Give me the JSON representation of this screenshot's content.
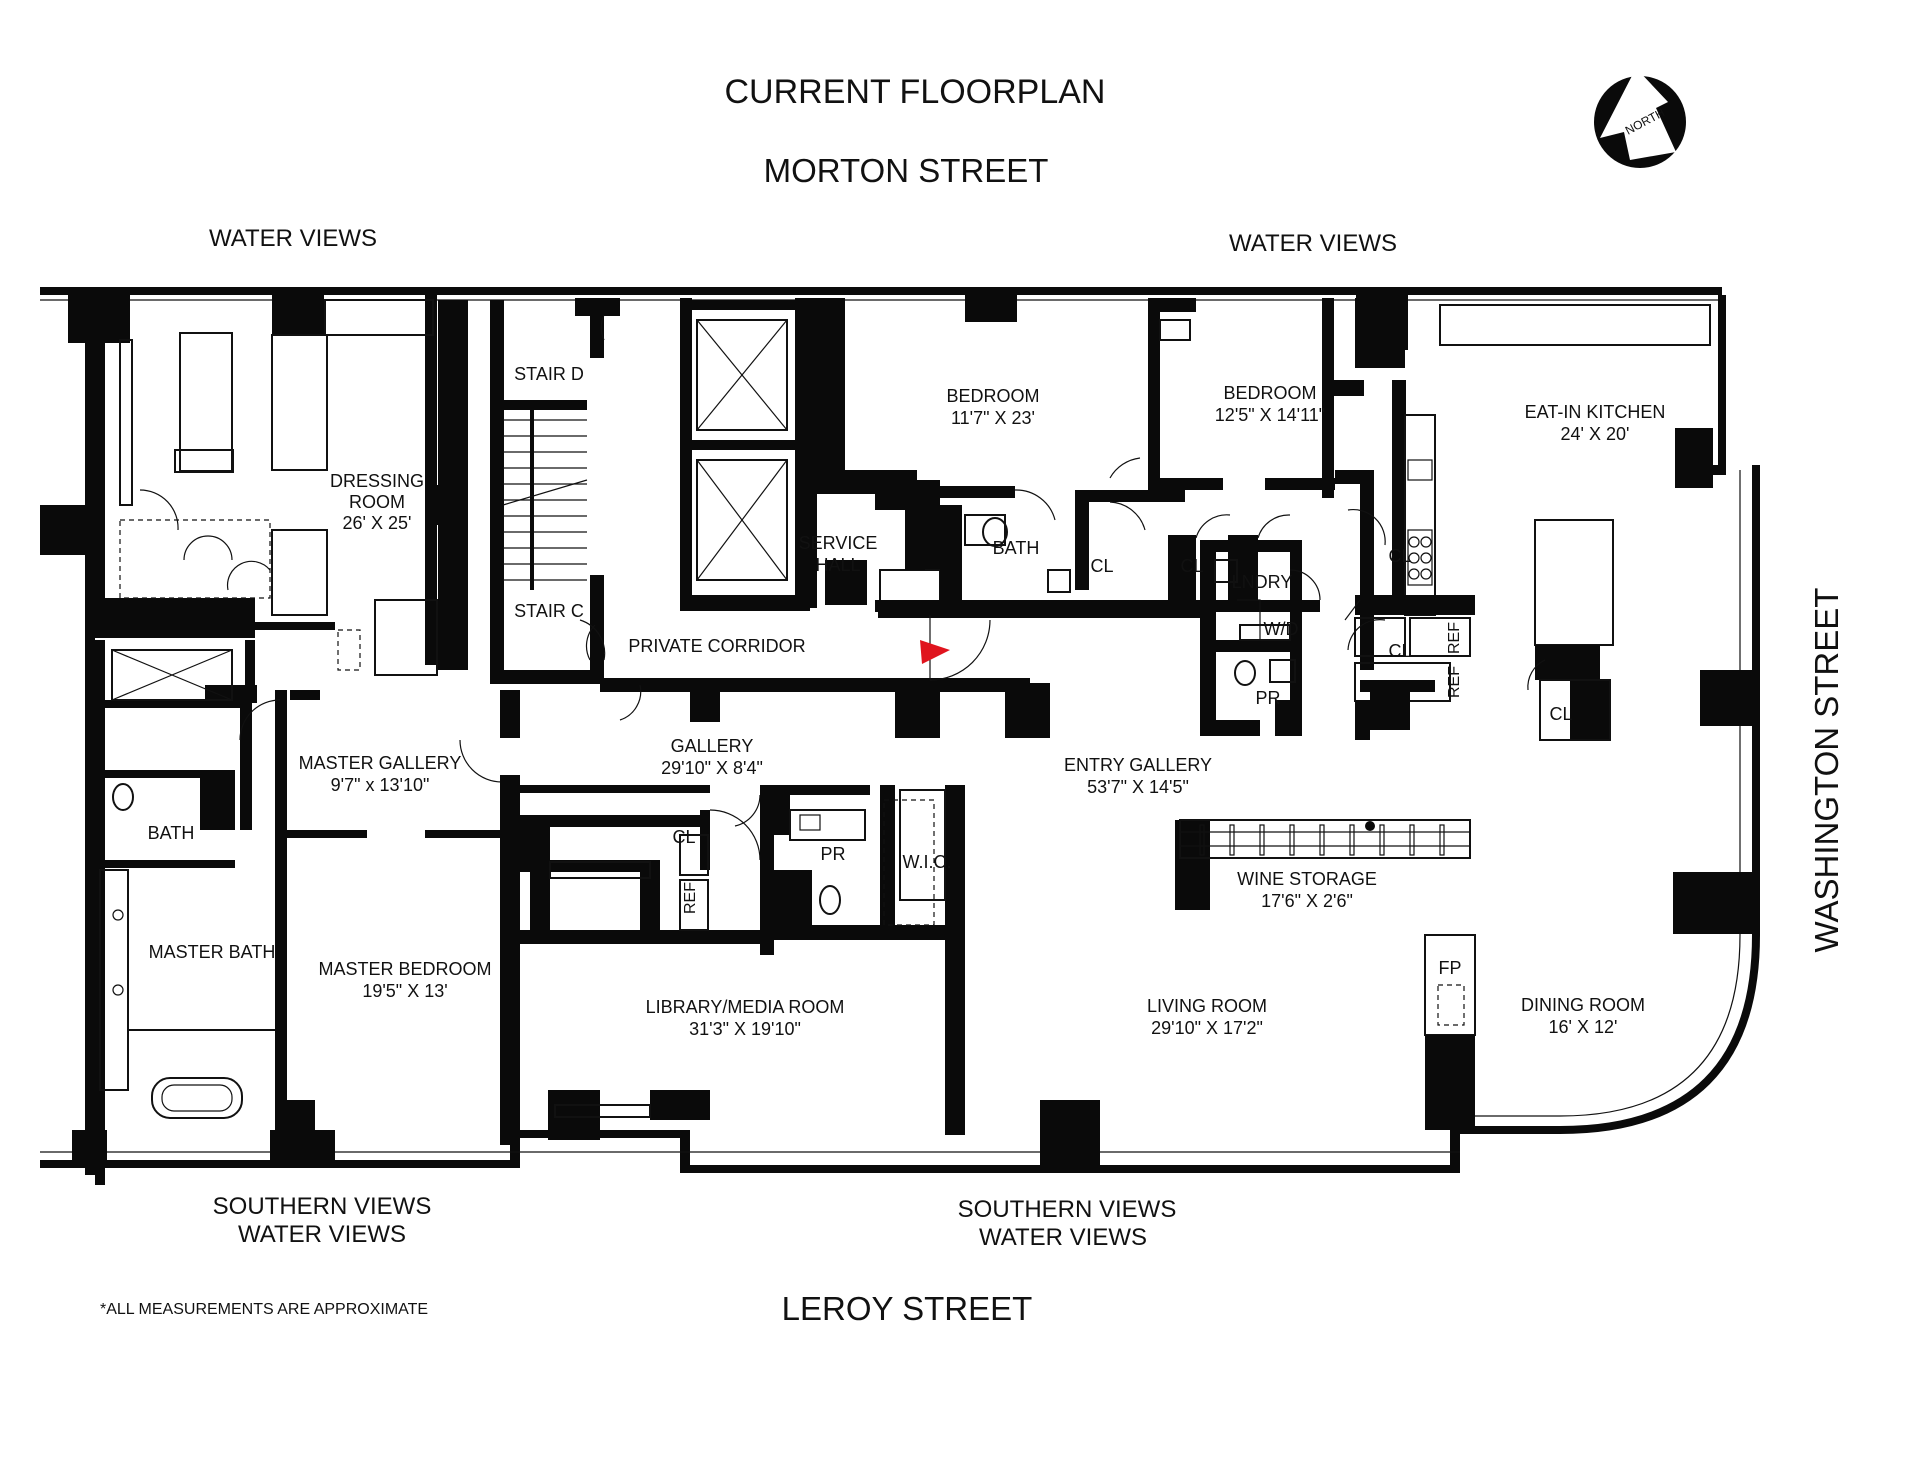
{
  "title": "CURRENT FLOORPLAN",
  "compass": {
    "label": "NORTH",
    "icon": "north-arrow-icon"
  },
  "streets": {
    "north": "MORTON STREET",
    "south": "LEROY STREET",
    "east": "WASHINGTON STREET"
  },
  "views": {
    "north_left": "WATER VIEWS",
    "north_right": "WATER VIEWS",
    "south_left_1": "SOUTHERN VIEWS",
    "south_left_2": "WATER VIEWS",
    "south_right_1": "SOUTHERN VIEWS",
    "south_right_2": "WATER VIEWS"
  },
  "rooms": {
    "dressing_room": {
      "name1": "DRESSING",
      "name2": "ROOM",
      "dims": "26' X 25'"
    },
    "stair_d": "STAIR D",
    "stair_c": "STAIR C",
    "bedroom_1": {
      "name": "BEDROOM",
      "dims": "11'7\" X 23'"
    },
    "bedroom_2": {
      "name": "BEDROOM",
      "dims": "12'5\" X 14'11\""
    },
    "kitchen": {
      "name": "EAT-IN KITCHEN",
      "dims": "24' X 20'"
    },
    "service_hall": {
      "name1": "SERVICE",
      "name2": "HALL"
    },
    "bath_north": "BATH",
    "cl_1": "CL",
    "cl_2": "CL",
    "cl_3": "CL",
    "cl_4": "CL",
    "cl_kitchen": "CL",
    "cl_gallery": "CL",
    "lndry": "LNDRY",
    "wd": "W/D",
    "pr_east": "PR",
    "pr_center": "PR",
    "ref_1": "REF",
    "ref_2": "REF",
    "ref_3": "REF",
    "private_corridor": "PRIVATE CORRIDOR",
    "gallery": {
      "name": "GALLERY",
      "dims": "29'10\" X 8'4\""
    },
    "entry_gallery": {
      "name": "ENTRY GALLERY",
      "dims": "53'7\" X 14'5\""
    },
    "master_gallery": {
      "name": "MASTER GALLERY",
      "dims": "9'7\" x 13'10\""
    },
    "bath_master_small": "BATH",
    "master_bath": "MASTER BATH",
    "master_bedroom": {
      "name": "MASTER BEDROOM",
      "dims": "19'5\" X 13'"
    },
    "library": {
      "name": "LIBRARY/MEDIA ROOM",
      "dims": "31'3\" X 19'10\""
    },
    "wic": "W.I.C.",
    "wine_storage": {
      "name": "WINE STORAGE",
      "dims": "17'6\" X 2'6\""
    },
    "living_room": {
      "name": "LIVING ROOM",
      "dims": "29'10\" X 17'2\""
    },
    "fp": "FP",
    "dining_room": {
      "name": "DINING ROOM",
      "dims": "16' X 12'"
    }
  },
  "footnote": "*ALL MEASUREMENTS ARE APPROXIMATE",
  "colors": {
    "walls": "#0a0a0a",
    "entry_arrow": "#e0141e",
    "background": "#ffffff"
  }
}
